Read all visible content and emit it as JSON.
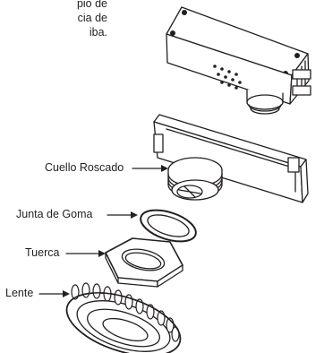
{
  "intro_text_lines": [
    "pio de",
    "cia de",
    "iba."
  ],
  "labels": {
    "neck": "Cuello Roscado",
    "gasket": "Junta de Goma",
    "nut": "Tuerca",
    "lens": "Lente"
  }
}
